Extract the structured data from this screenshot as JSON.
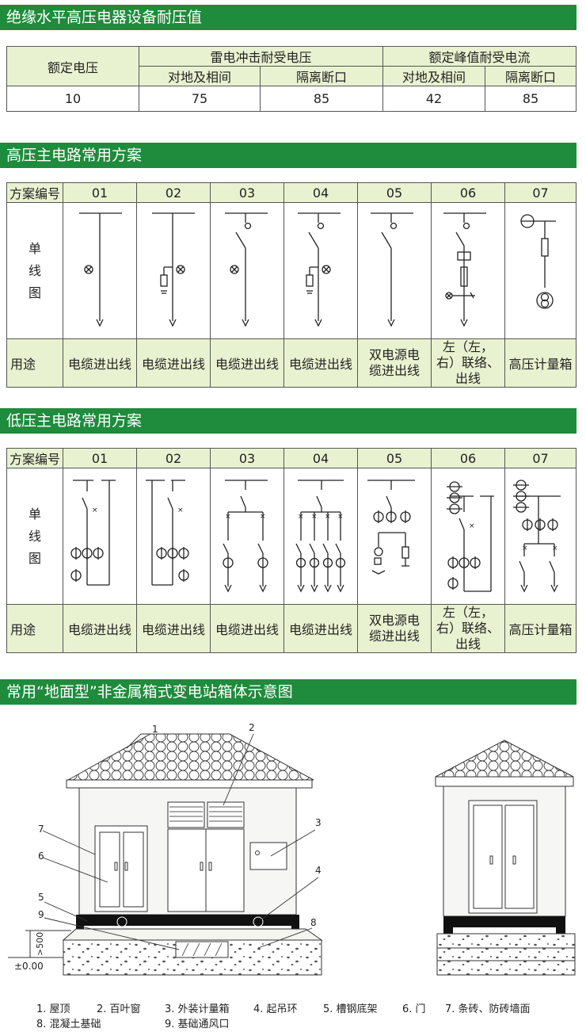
{
  "section1": {
    "title": "绝缘水平高压电器设备耐压值",
    "col_rated_voltage": "额定电压",
    "col_lightning": "雷电冲击耐受电压",
    "col_peak": "额定峰值耐受电流",
    "sub_phase": "对地及相间",
    "sub_isolation": "隔离断口",
    "row": [
      "10",
      "75",
      "85",
      "42",
      "85"
    ]
  },
  "section2": {
    "title": "高压主电路常用方案",
    "header_label": "方案编号",
    "numbers": [
      "01",
      "02",
      "03",
      "04",
      "05",
      "06",
      "07"
    ],
    "diagram_label": "单线图",
    "usage_label": "用途",
    "usages": [
      "电缆进出线",
      "电缆进出线",
      "电缆进出线",
      "电缆进出线",
      "双电源电缆进出线",
      "左（左，右）联络、出线",
      "高压计量箱"
    ]
  },
  "section3": {
    "title": "低压主电路常用方案",
    "header_label": "方案编号",
    "numbers": [
      "01",
      "02",
      "03",
      "04",
      "05",
      "06",
      "07"
    ],
    "diagram_label": "单线图",
    "usage_label": "用途",
    "usages": [
      "电缆进出线",
      "电缆进出线",
      "电缆进出线",
      "电缆进出线",
      "双电源电缆进出线",
      "左（左，右）联络、出线",
      "高压计量箱"
    ]
  },
  "section4": {
    "title": "常用“地面型”非金属箱式变电站箱体示意图",
    "callouts": [
      "1",
      "2",
      "3",
      "4",
      "5",
      "6",
      "7",
      "8",
      "9"
    ],
    "dim_label": ">500",
    "level_label": "±0.00",
    "legend_row1": [
      "1. 屋顶",
      "2. 百叶窗",
      "3. 外装计量箱",
      "4. 起吊环",
      "5. 槽钢底架",
      "6. 门",
      "7. 条砖、防砖墙面"
    ],
    "legend_row2": [
      "8. 混凝土基础",
      "9. 基础通风口"
    ]
  },
  "colors": {
    "header_green": "#1f8b3c",
    "cell_tint": "#e9f2d0"
  }
}
